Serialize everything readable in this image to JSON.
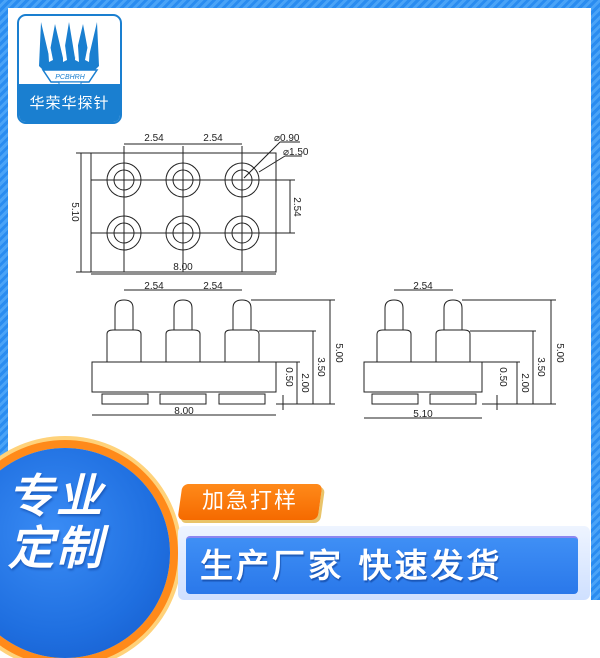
{
  "logo": {
    "emblem_text": "PCBHRH",
    "brand_name": "华荣华探针",
    "color": "#1a7fd0"
  },
  "top_view": {
    "pitch_x_1": "2.54",
    "pitch_x_2": "2.54",
    "inner_diameter": "⌀0.90",
    "outer_diameter": "⌀1.50",
    "height": "5.10",
    "pitch_y": "2.54",
    "width": "8.00"
  },
  "side_view_3pin": {
    "pitch_1": "2.54",
    "pitch_2": "2.54",
    "total_height": "5.00",
    "shoulder_height": "3.50",
    "body_height": "2.00",
    "pad_height": "0.50",
    "width": "8.00"
  },
  "side_view_2pin": {
    "pitch": "2.54",
    "total_height": "5.00",
    "shoulder_height": "3.50",
    "body_height": "2.00",
    "pad_height": "0.50",
    "width": "5.10"
  },
  "promo": {
    "circle_line1": "专业",
    "circle_line2": "定制",
    "tag": "加急打样",
    "banner": "生产厂家 快速发货",
    "colors": {
      "blue": "#2a78ea",
      "orange": "#f56a00",
      "frame": "#2a8cf0"
    }
  }
}
